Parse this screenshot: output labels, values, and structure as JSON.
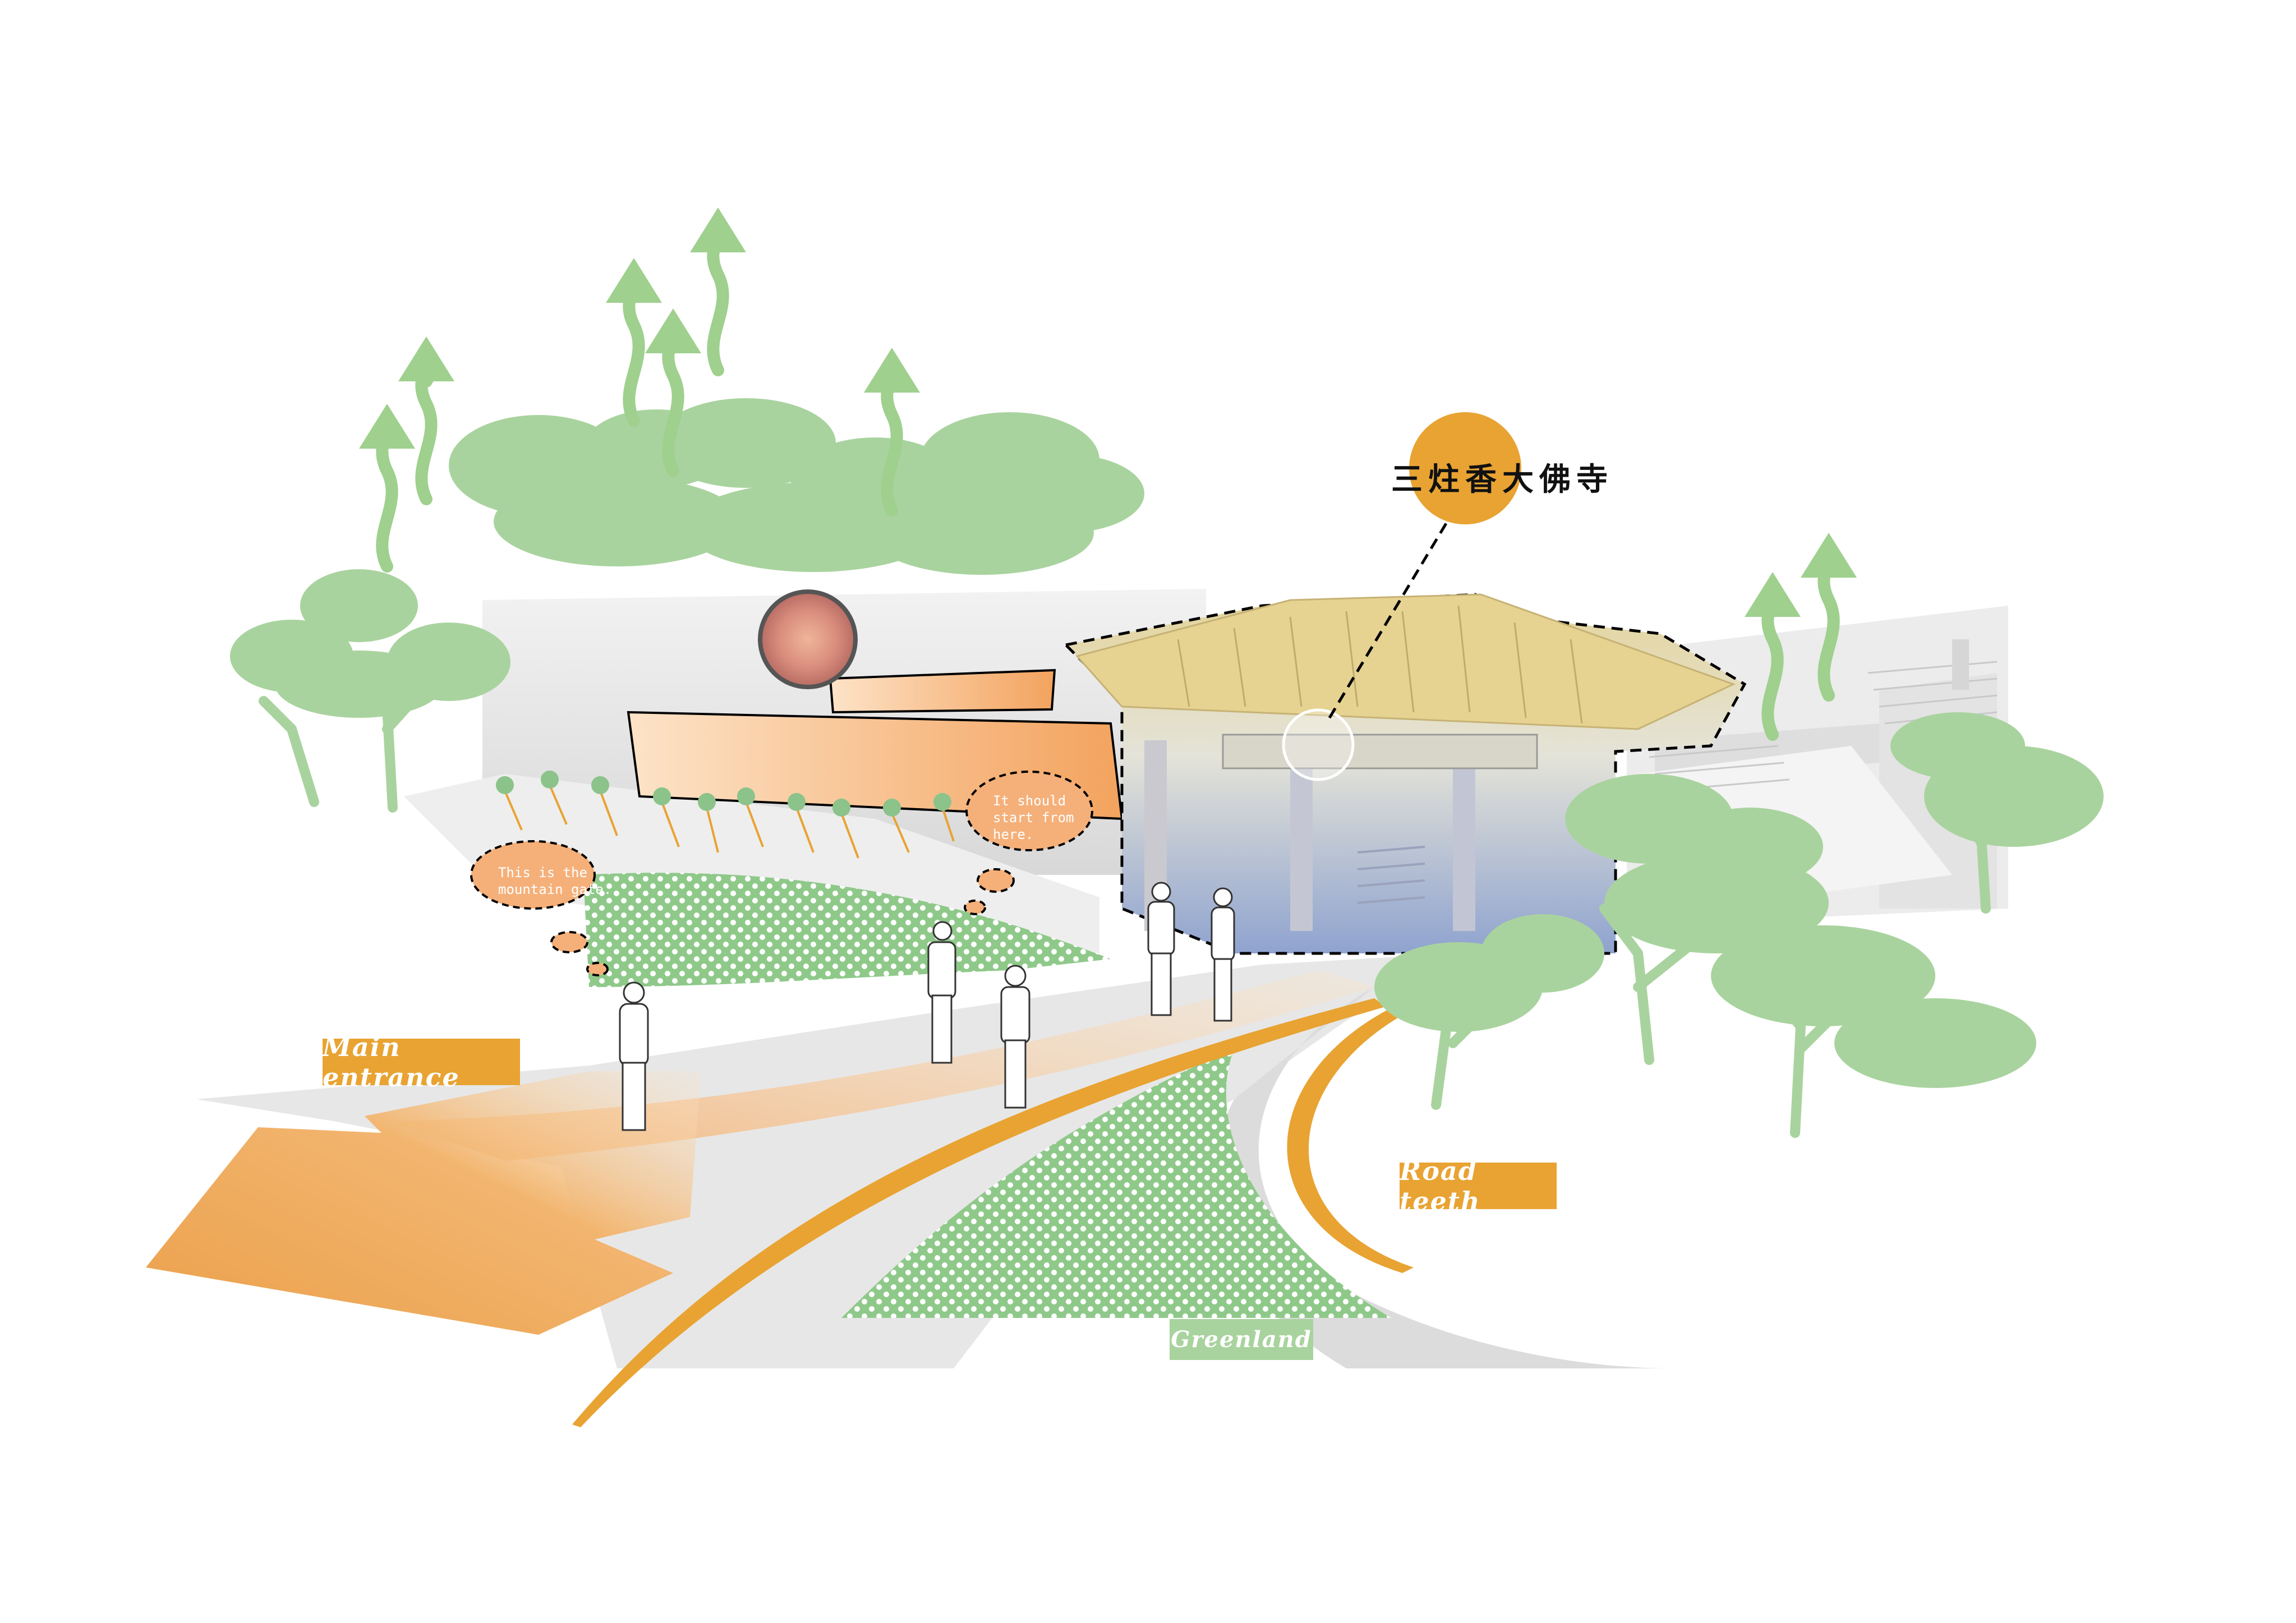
{
  "labels": {
    "main_entrance": "Main entrance",
    "road_teeth": "Road teeth",
    "greenland": "Greenland",
    "temple_name": "三炷香大佛寺"
  },
  "bubbles": {
    "mountain_gate": "This is the mountain gate.",
    "start_here": "It should start from here."
  },
  "colors": {
    "orange": "#e8a333",
    "light_orange": "#f5b07a",
    "tree_green": "#a9d39e",
    "arrow_green": "#9fd08e",
    "gold": "#e4d49a",
    "blue": "#8fa3cf"
  },
  "icons": {
    "growth_arrow": "wavy-up-arrow-icon",
    "flow_arrow": "big-orange-arrow-icon"
  }
}
